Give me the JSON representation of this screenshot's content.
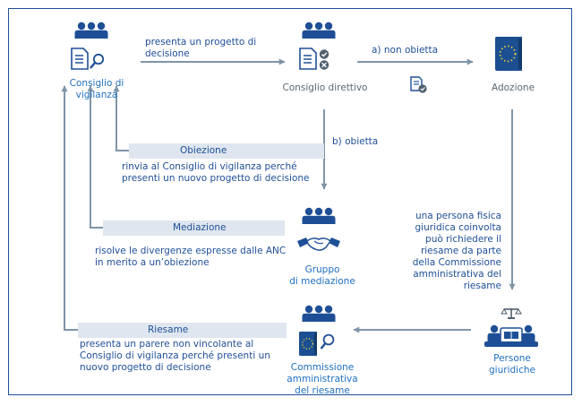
{
  "nodes": {
    "consiglio_vigilanza": "Consiglio di\nvigilanza",
    "consiglio_direttivo": "Consiglio direttivo",
    "adozione": "Adozione",
    "gruppo_mediazione": "Gruppo\ndi mediazione",
    "commissione": "Commissione\namministrativa\ndel riesame",
    "persone": "Persone\ngiuridiche"
  },
  "labels": {
    "presenta": "presenta un progetto di\ndecisione",
    "non_obietta": "a) non obietta",
    "obietta": "b) obietta",
    "obiezione_title": "Obiezione",
    "obiezione_text": "rinvia al Consiglio di vigilanza perché\npresenti un nuovo progetto di decisione",
    "mediazione_title": "Mediazione",
    "mediazione_text": "risolve le divergenze espresse dalle ANC\nin merito a un’obiezione",
    "persona_text": "una persona fisica\ngiuridica coinvolta\npuò richiedere il\nriesame da parte\ndella Commissione\namministrativa del\nriesame",
    "riesame_title": "Riesame",
    "riesame_text": "presenta un parere non vincolante al\nConsiglio di vigilanza perché presenti un\nnuovo progetto di decisione"
  },
  "colors": {
    "navy": "#1e4f96",
    "blue": "#1e6fc0",
    "grey": "#8a9aab",
    "box": "#dfe6ef",
    "eu_book": "#1c4f91"
  },
  "icons": [
    "people-icon",
    "document-magnifier-icon",
    "document-check-cross-icon",
    "small-document-check-icon",
    "eu-book-icon",
    "handshake-icon",
    "scales-icon",
    "eu-book-magnifier-icon"
  ]
}
